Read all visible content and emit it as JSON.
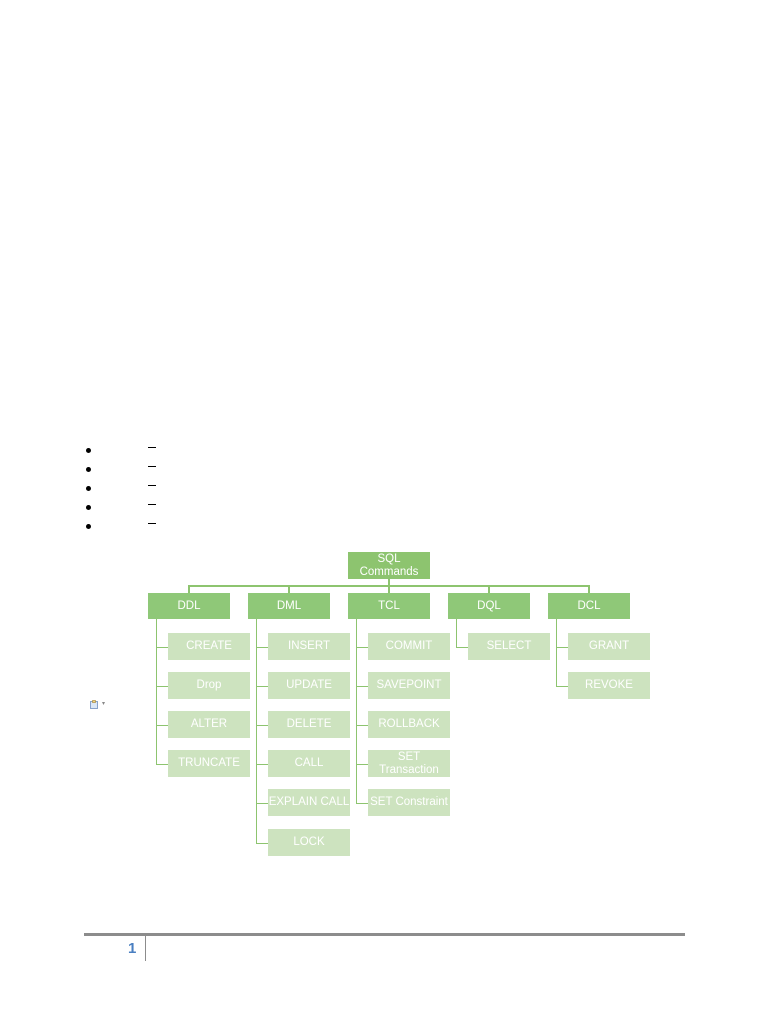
{
  "bullets": [
    {
      "marker": "•",
      "dash": "–"
    },
    {
      "marker": "•",
      "dash": "–"
    },
    {
      "marker": "•",
      "dash": "–"
    },
    {
      "marker": "•",
      "dash": "–"
    },
    {
      "marker": "•",
      "dash": "–"
    }
  ],
  "diagram": {
    "root": "SQL Commands",
    "categories": [
      {
        "label": "DDL",
        "children": [
          "CREATE",
          "Drop",
          "ALTER",
          "TRUNCATE"
        ]
      },
      {
        "label": "DML",
        "children": [
          "INSERT",
          "UPDATE",
          "DELETE",
          "CALL",
          "EXPLAIN CALL",
          "LOCK"
        ]
      },
      {
        "label": "TCL",
        "children": [
          "COMMIT",
          "SAVEPOINT",
          "ROLLBACK",
          "SET Transaction",
          "SET Constraint"
        ]
      },
      {
        "label": "DQL",
        "children": [
          "SELECT"
        ]
      },
      {
        "label": "DCL",
        "children": [
          "GRANT",
          "REVOKE"
        ]
      }
    ],
    "colors": {
      "root": "#8dc46f",
      "category": "#8fc878",
      "child": "#cde3bf",
      "connector": "#8dc46f"
    }
  },
  "paste_options": {
    "icon": "clipboard-icon",
    "arrow": "▾"
  },
  "footer": {
    "page_number": "1"
  }
}
